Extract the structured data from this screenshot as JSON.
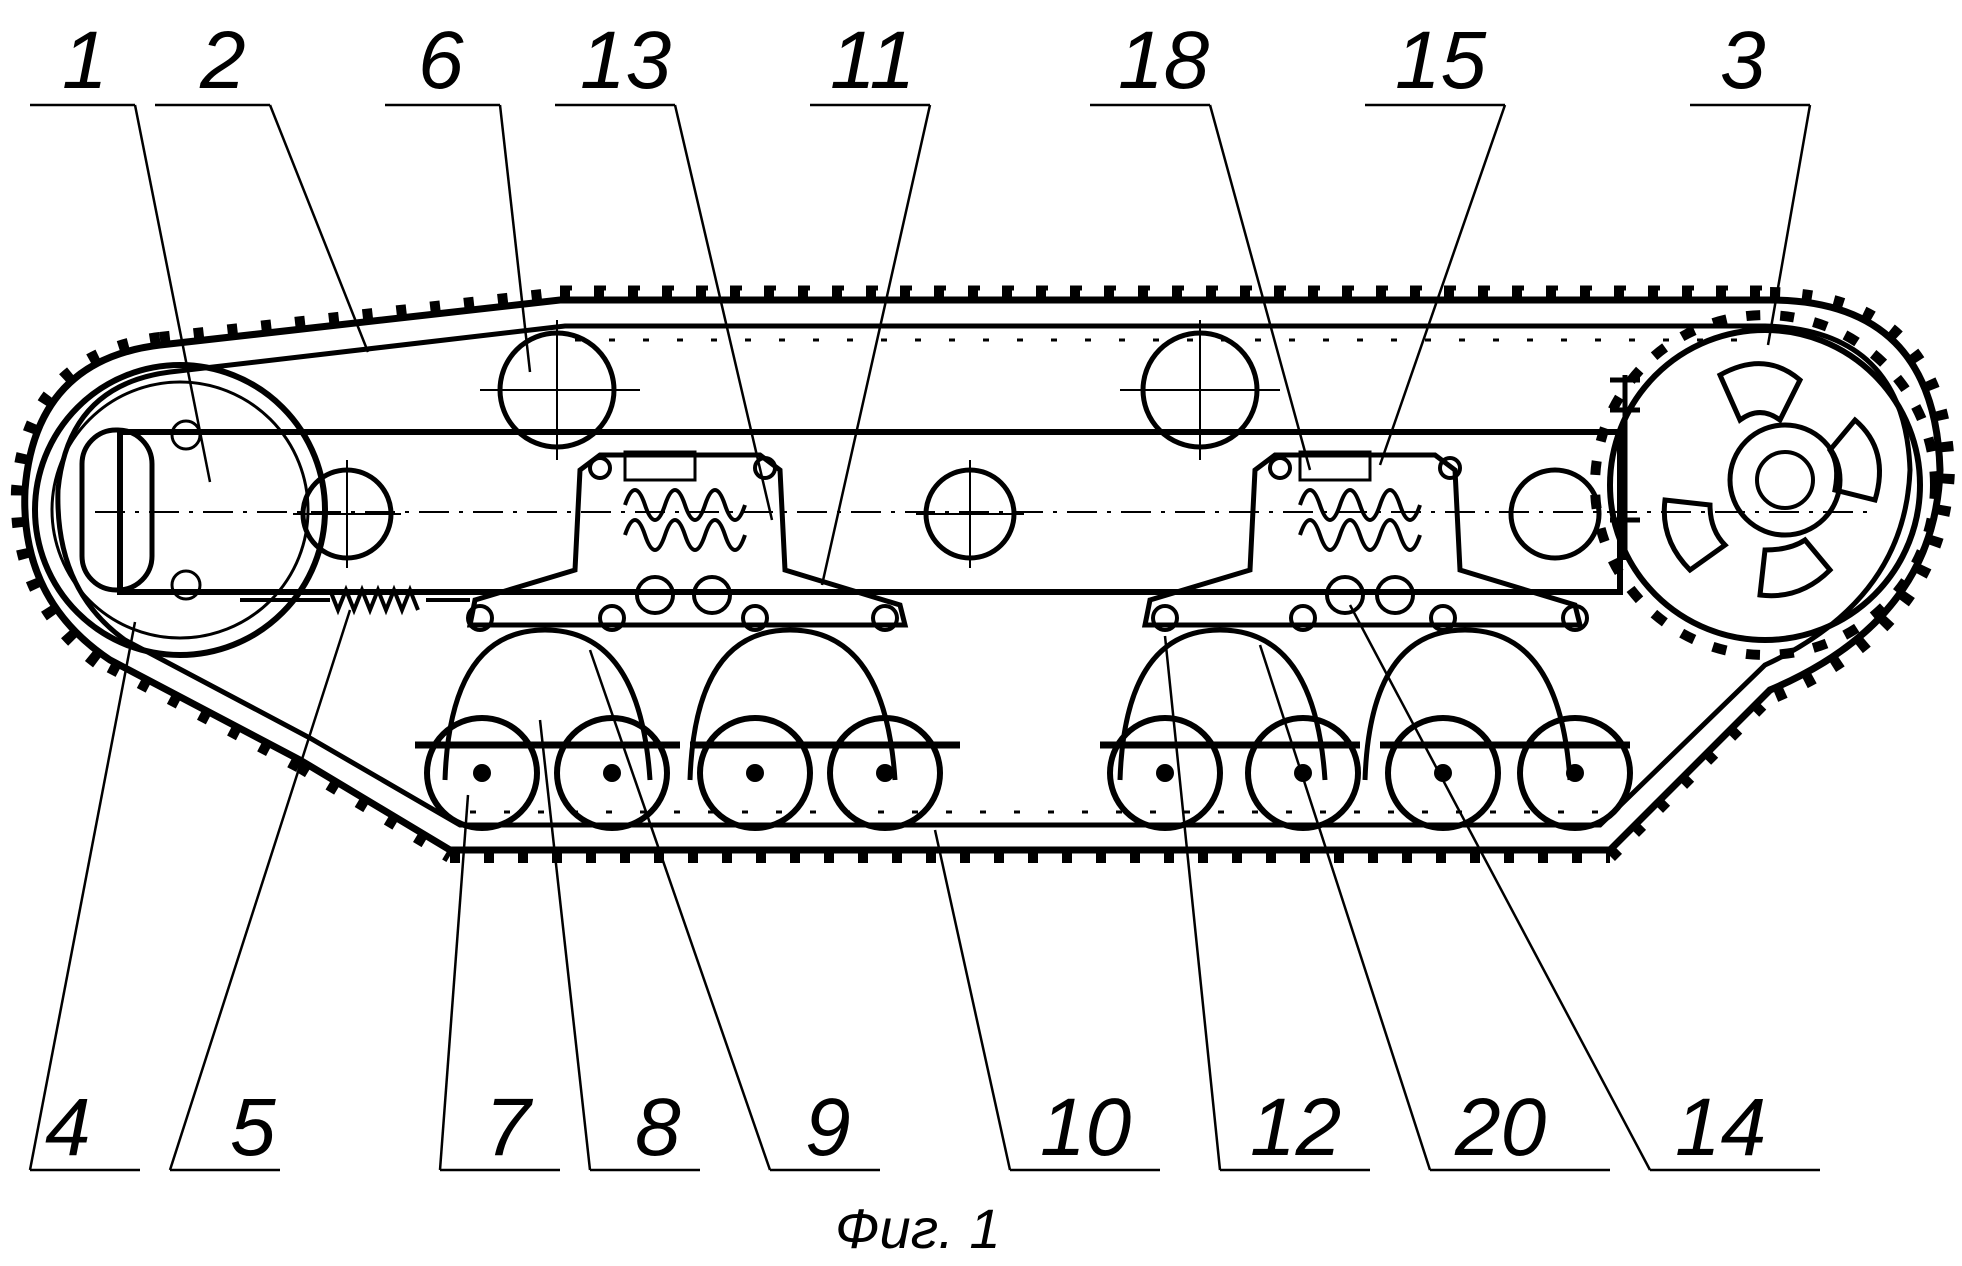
{
  "figure": {
    "caption": "Фиг. 1",
    "top_labels": [
      "1",
      "2",
      "6",
      "13",
      "11",
      "18",
      "15",
      "3"
    ],
    "bottom_labels": [
      "4",
      "5",
      "7",
      "8",
      "9",
      "10",
      "12",
      "20",
      "14"
    ]
  }
}
